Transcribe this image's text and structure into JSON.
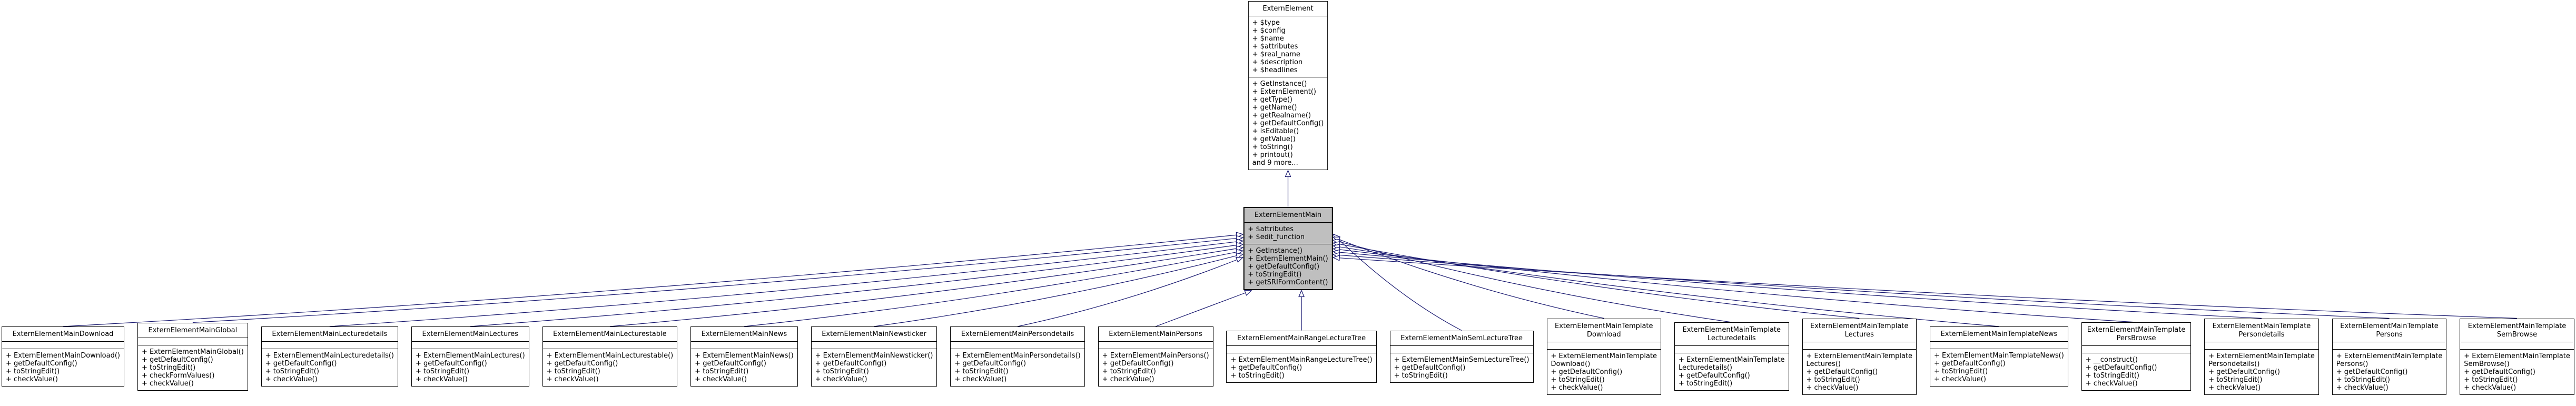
{
  "diagram": {
    "colors": {
      "edge": "#191970",
      "box_border": "#000000",
      "box_background": "#ffffff",
      "selected_background": "#bfbfbf"
    },
    "base_class": {
      "name": "ExternElement",
      "attributes": [
        "+ $type",
        "+ $config",
        "+ $name",
        "+ $attributes",
        "+ $real_name",
        "+ $description",
        "+ $headlines"
      ],
      "methods": [
        "+ GetInstance()",
        "+ ExternElement()",
        "+ getType()",
        "+ getName()",
        "+ getRealname()",
        "+ getDefaultConfig()",
        "+ isEditable()",
        "+ getValue()",
        "+ toString()",
        "+ printout()",
        "and 9 more..."
      ]
    },
    "main_class": {
      "name": "ExternElementMain",
      "attributes": [
        "+ $attributes",
        "+ $edit_function"
      ],
      "methods": [
        "+ GetInstance()",
        "+ ExternElementMain()",
        "+ getDefaultConfig()",
        "+ toStringEdit()",
        "+ getSRIFormContent()"
      ]
    },
    "derived_classes": [
      {
        "name": "ExternElementMainDownload",
        "methods": [
          "+ ExternElementMainDownload()",
          "+ getDefaultConfig()",
          "+ toStringEdit()",
          "+ checkValue()"
        ]
      },
      {
        "name": "ExternElementMainGlobal",
        "methods": [
          "+ ExternElementMainGlobal()",
          "+ getDefaultConfig()",
          "+ toStringEdit()",
          "+ checkFormValues()",
          "+ checkValue()"
        ]
      },
      {
        "name": "ExternElementMainLecturedetails",
        "methods": [
          "+ ExternElementMainLecturedetails()",
          "+ getDefaultConfig()",
          "+ toStringEdit()",
          "+ checkValue()"
        ]
      },
      {
        "name": "ExternElementMainLectures",
        "methods": [
          "+ ExternElementMainLectures()",
          "+ getDefaultConfig()",
          "+ toStringEdit()",
          "+ checkValue()"
        ]
      },
      {
        "name": "ExternElementMainLecturestable",
        "methods": [
          "+ ExternElementMainLecturestable()",
          "+ getDefaultConfig()",
          "+ toStringEdit()",
          "+ checkValue()"
        ]
      },
      {
        "name": "ExternElementMainNews",
        "methods": [
          "+ ExternElementMainNews()",
          "+ getDefaultConfig()",
          "+ toStringEdit()",
          "+ checkValue()"
        ]
      },
      {
        "name": "ExternElementMainNewsticker",
        "methods": [
          "+ ExternElementMainNewsticker()",
          "+ getDefaultConfig()",
          "+ toStringEdit()",
          "+ checkValue()"
        ]
      },
      {
        "name": "ExternElementMainPersondetails",
        "methods": [
          "+ ExternElementMainPersondetails()",
          "+ getDefaultConfig()",
          "+ toStringEdit()",
          "+ checkValue()"
        ]
      },
      {
        "name": "ExternElementMainPersons",
        "methods": [
          "+ ExternElementMainPersons()",
          "+ getDefaultConfig()",
          "+ toStringEdit()",
          "+ checkValue()"
        ]
      },
      {
        "name": "ExternElementMainRangeLectureTree",
        "methods": [
          "+ ExternElementMainRangeLectureTree()",
          "+ getDefaultConfig()",
          "+ toStringEdit()"
        ]
      },
      {
        "name": "ExternElementMainSemLectureTree",
        "methods": [
          "+ ExternElementMainSemLectureTree()",
          "+ getDefaultConfig()",
          "+ toStringEdit()"
        ]
      },
      {
        "name": "ExternElementMainTemplate\nDownload",
        "methods": [
          "+ ExternElementMainTemplate\nDownload()",
          "+ getDefaultConfig()",
          "+ toStringEdit()",
          "+ checkValue()"
        ]
      },
      {
        "name": "ExternElementMainTemplate\nLecturedetails",
        "methods": [
          "+ ExternElementMainTemplate\nLecturedetails()",
          "+ getDefaultConfig()",
          "+ toStringEdit()"
        ]
      },
      {
        "name": "ExternElementMainTemplate\nLectures",
        "methods": [
          "+ ExternElementMainTemplate\nLectures()",
          "+ getDefaultConfig()",
          "+ toStringEdit()",
          "+ checkValue()"
        ]
      },
      {
        "name": "ExternElementMainTemplateNews",
        "methods": [
          "+ ExternElementMainTemplateNews()",
          "+ getDefaultConfig()",
          "+ toStringEdit()",
          "+ checkValue()"
        ]
      },
      {
        "name": "ExternElementMainTemplate\nPersBrowse",
        "methods": [
          "+ __construct()",
          "+ getDefaultConfig()",
          "+ toStringEdit()",
          "+ checkValue()"
        ]
      },
      {
        "name": "ExternElementMainTemplate\nPersondetails",
        "methods": [
          "+ ExternElementMainTemplate\nPersondetails()",
          "+ getDefaultConfig()",
          "+ toStringEdit()",
          "+ checkValue()"
        ]
      },
      {
        "name": "ExternElementMainTemplate\nPersons",
        "methods": [
          "+ ExternElementMainTemplate\nPersons()",
          "+ getDefaultConfig()",
          "+ toStringEdit()",
          "+ checkValue()"
        ]
      },
      {
        "name": "ExternElementMainTemplate\nSemBrowse",
        "methods": [
          "+ ExternElementMainTemplate\nSemBrowse()",
          "+ getDefaultConfig()",
          "+ toStringEdit()",
          "+ checkValue()"
        ]
      }
    ]
  }
}
